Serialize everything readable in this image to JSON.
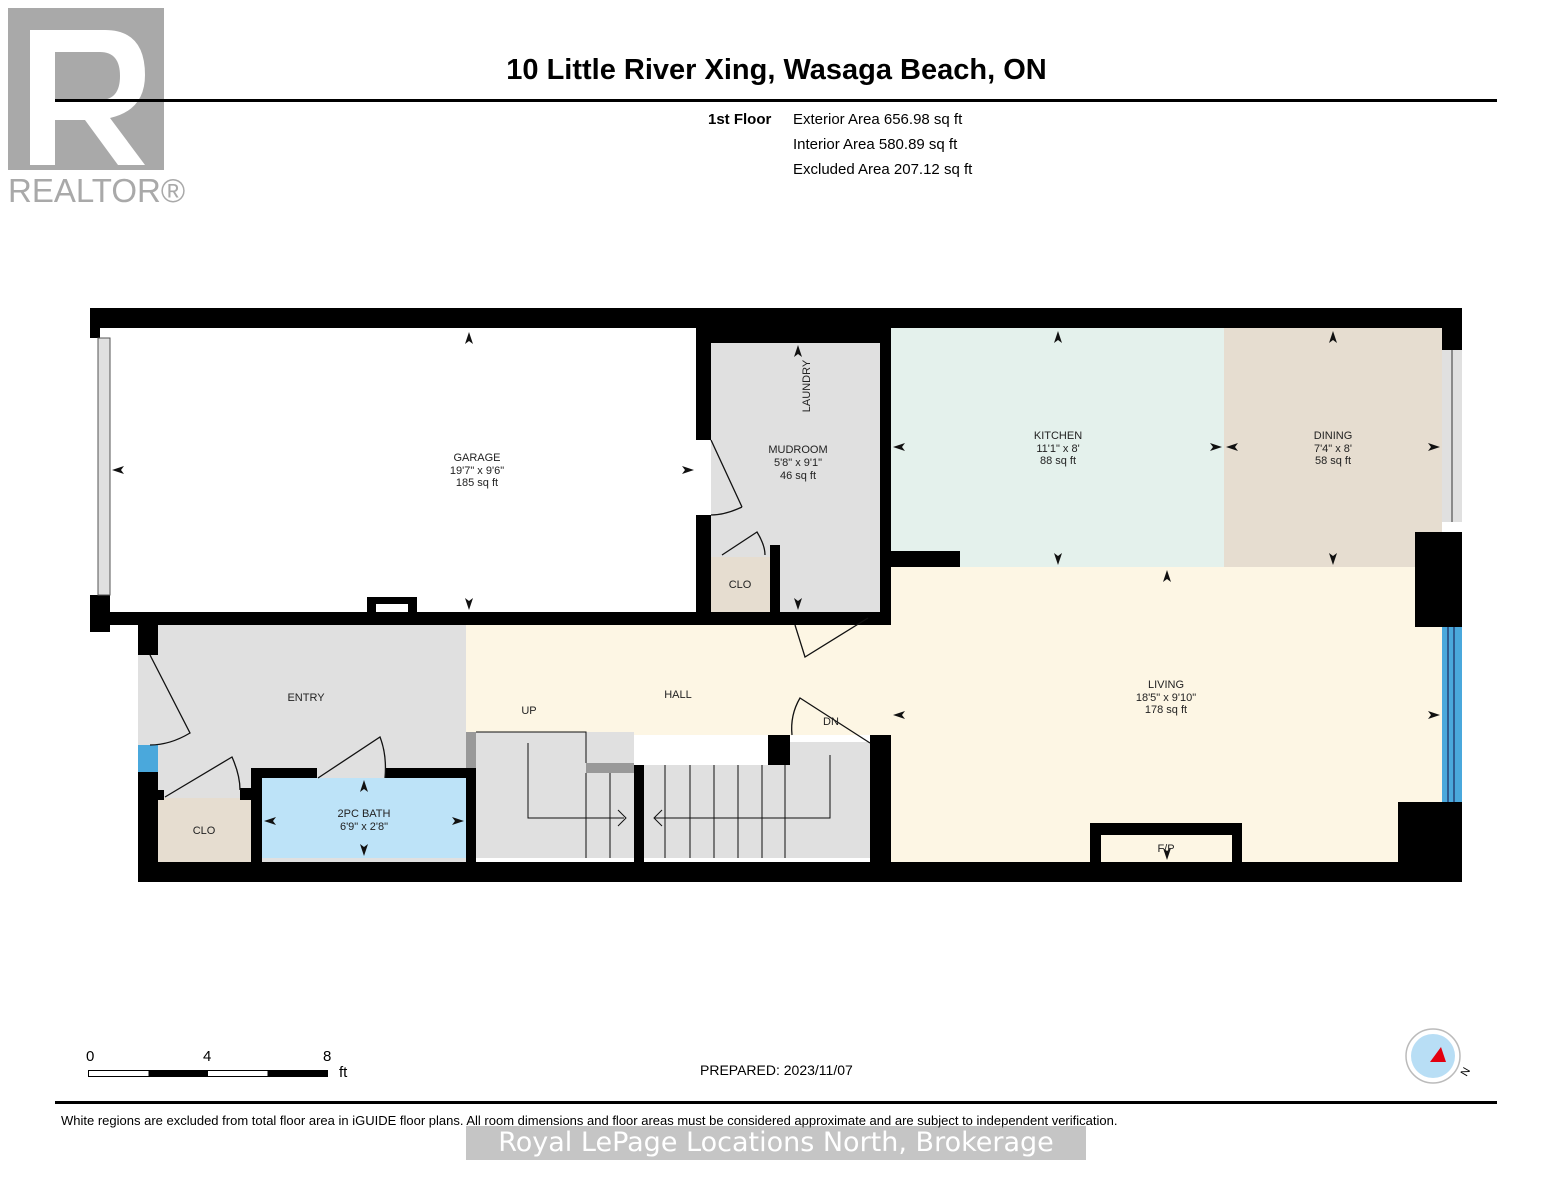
{
  "header": {
    "logo_text": "REALTOR®",
    "title": "10 Little River Xing, Wasaga Beach, ON",
    "floor_label": "1st Floor",
    "areas": [
      "Exterior Area 656.98 sq ft",
      "Interior Area 580.89 sq ft",
      "Excluded Area 207.12 sq ft"
    ]
  },
  "rooms": {
    "garage": {
      "name": "GARAGE",
      "dims": "19'7\" x 9'6\"",
      "area": "185 sq ft"
    },
    "mudroom": {
      "name": "MUDROOM",
      "dims": "5'8\" x 9'1\"",
      "area": "46 sq ft"
    },
    "laundry": {
      "name": "LAUNDRY"
    },
    "mud_closet": {
      "name": "CLO"
    },
    "kitchen": {
      "name": "KITCHEN",
      "dims": "11'1\" x 8'",
      "area": "88 sq ft"
    },
    "dining": {
      "name": "DINING",
      "dims": "7'4\" x 8'",
      "area": "58 sq ft"
    },
    "entry": {
      "name": "ENTRY"
    },
    "hall": {
      "name": "HALL"
    },
    "stairs_up": {
      "name": "UP"
    },
    "stairs_down": {
      "name": "DN"
    },
    "living": {
      "name": "LIVING",
      "dims": "18'5\" x 9'10\"",
      "area": "178 sq ft"
    },
    "fireplace": {
      "name": "F/P"
    },
    "bath": {
      "name": "2PC BATH",
      "dims": "6'9\" x 2'8\""
    },
    "entry_closet": {
      "name": "CLO"
    }
  },
  "colors": {
    "kitchen": "#e4f1ec",
    "dining": "#e6ddd0",
    "living": "#fdf6e4",
    "entry": "#e0e0e0",
    "bath": "#bde3f8",
    "closet": "#e6ddd0",
    "window": "#4aa8dc"
  },
  "footer": {
    "scale_labels": [
      "0",
      "4",
      "8"
    ],
    "scale_unit": "ft",
    "prepared": "PREPARED: 2023/11/07",
    "compass_label": "N",
    "disclaimer": "White regions are excluded from total floor area in iGUIDE floor plans. All room dimensions and floor areas must be considered approximate and are subject to independent verification.",
    "watermark": "Royal LePage Locations North, Brokerage"
  }
}
